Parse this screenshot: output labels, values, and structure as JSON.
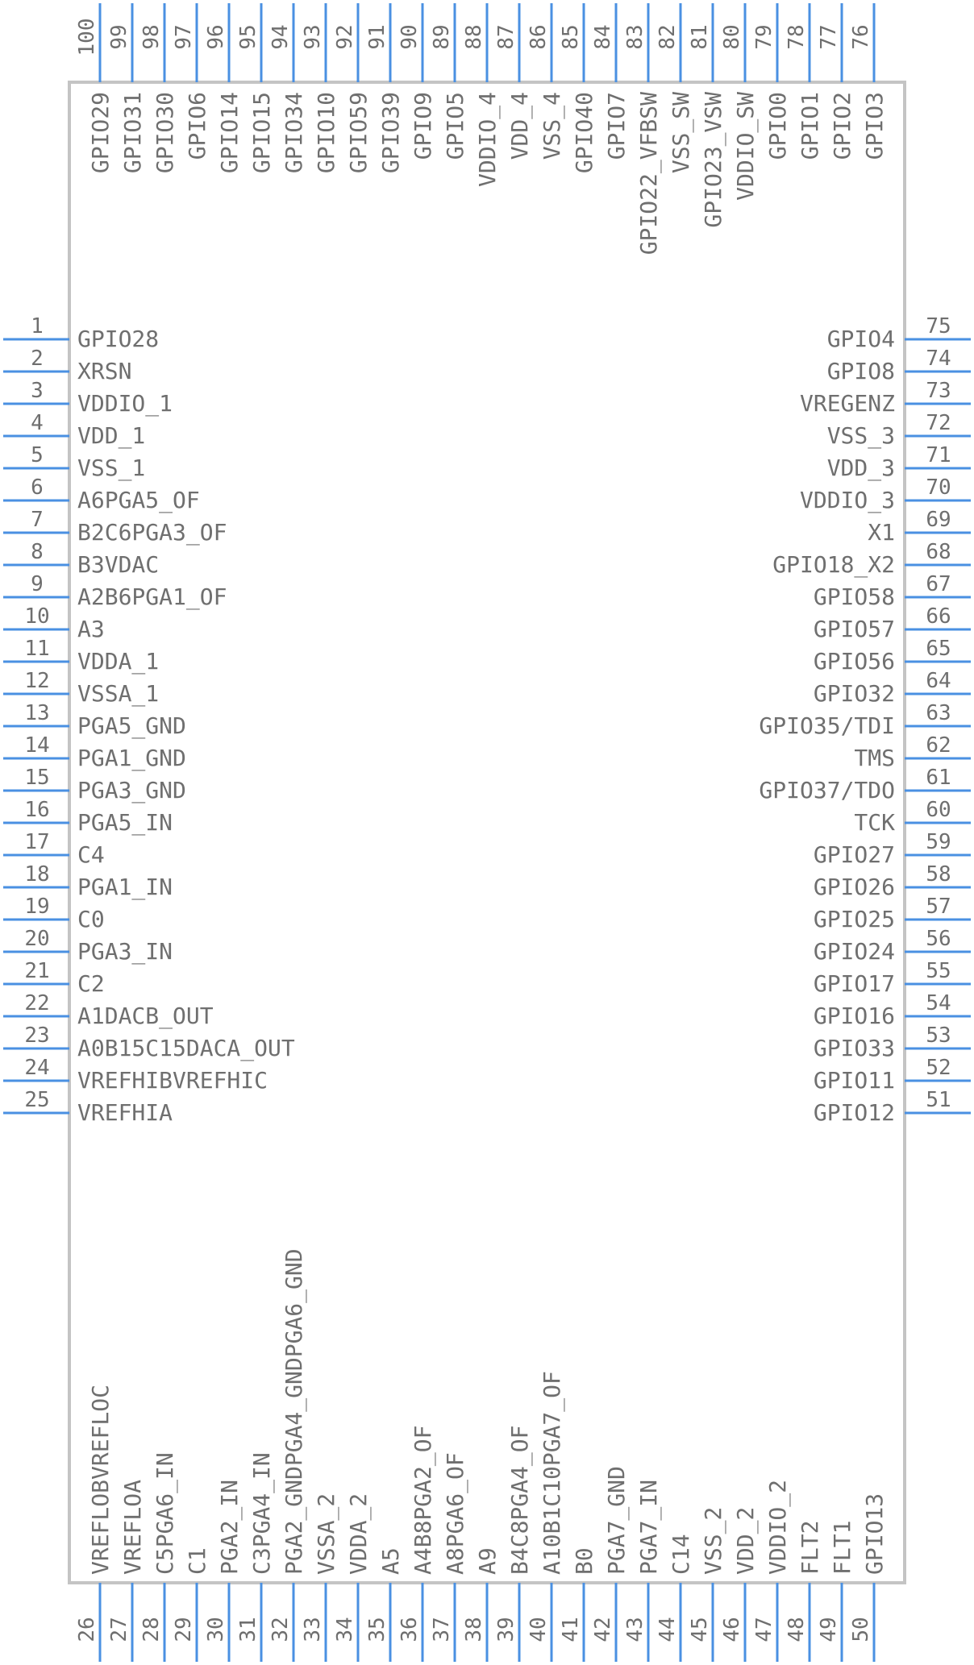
{
  "component": {
    "pin_count": 100,
    "colors": {
      "pin": "#4a90e2",
      "outline": "#c4c4c4",
      "text": "#6f6f6f"
    },
    "left_pins": [
      {
        "num": "1",
        "label": "GPIO28"
      },
      {
        "num": "2",
        "label": "XRSN"
      },
      {
        "num": "3",
        "label": "VDDIO_1"
      },
      {
        "num": "4",
        "label": "VDD_1"
      },
      {
        "num": "5",
        "label": "VSS_1"
      },
      {
        "num": "6",
        "label": "A6PGA5_OF"
      },
      {
        "num": "7",
        "label": "B2C6PGA3_OF"
      },
      {
        "num": "8",
        "label": "B3VDAC"
      },
      {
        "num": "9",
        "label": "A2B6PGA1_OF"
      },
      {
        "num": "10",
        "label": "A3"
      },
      {
        "num": "11",
        "label": "VDDA_1"
      },
      {
        "num": "12",
        "label": "VSSA_1"
      },
      {
        "num": "13",
        "label": "PGA5_GND"
      },
      {
        "num": "14",
        "label": "PGA1_GND"
      },
      {
        "num": "15",
        "label": "PGA3_GND"
      },
      {
        "num": "16",
        "label": "PGA5_IN"
      },
      {
        "num": "17",
        "label": "C4"
      },
      {
        "num": "18",
        "label": "PGA1_IN"
      },
      {
        "num": "19",
        "label": "C0"
      },
      {
        "num": "20",
        "label": "PGA3_IN"
      },
      {
        "num": "21",
        "label": "C2"
      },
      {
        "num": "22",
        "label": "A1DACB_OUT"
      },
      {
        "num": "23",
        "label": "A0B15C15DACA_OUT"
      },
      {
        "num": "24",
        "label": "VREFHIBVREFHIC"
      },
      {
        "num": "25",
        "label": "VREFHIA"
      }
    ],
    "bottom_pins": [
      {
        "num": "26",
        "label": "VREFLOBVREFLOC"
      },
      {
        "num": "27",
        "label": "VREFLOA"
      },
      {
        "num": "28",
        "label": "C5PGA6_IN"
      },
      {
        "num": "29",
        "label": "C1"
      },
      {
        "num": "30",
        "label": "PGA2_IN"
      },
      {
        "num": "31",
        "label": "C3PGA4_IN"
      },
      {
        "num": "32",
        "label": "PGA2_GNDPGA4_GNDPGA6_GND"
      },
      {
        "num": "33",
        "label": "VSSA_2"
      },
      {
        "num": "34",
        "label": "VDDA_2"
      },
      {
        "num": "35",
        "label": "A5"
      },
      {
        "num": "36",
        "label": "A4B8PGA2_OF"
      },
      {
        "num": "37",
        "label": "A8PGA6_OF"
      },
      {
        "num": "38",
        "label": "A9"
      },
      {
        "num": "39",
        "label": "B4C8PGA4_OF"
      },
      {
        "num": "40",
        "label": "A10B1C10PGA7_OF"
      },
      {
        "num": "41",
        "label": "B0"
      },
      {
        "num": "42",
        "label": "PGA7_GND"
      },
      {
        "num": "43",
        "label": "PGA7_IN"
      },
      {
        "num": "44",
        "label": "C14"
      },
      {
        "num": "45",
        "label": "VSS_2"
      },
      {
        "num": "46",
        "label": "VDD_2"
      },
      {
        "num": "47",
        "label": "VDDIO_2"
      },
      {
        "num": "48",
        "label": "FLT2"
      },
      {
        "num": "49",
        "label": "FLT1"
      },
      {
        "num": "50",
        "label": "GPIO13"
      }
    ],
    "right_pins": [
      {
        "num": "51",
        "label": "GPIO12"
      },
      {
        "num": "52",
        "label": "GPIO11"
      },
      {
        "num": "53",
        "label": "GPIO33"
      },
      {
        "num": "54",
        "label": "GPIO16"
      },
      {
        "num": "55",
        "label": "GPIO17"
      },
      {
        "num": "56",
        "label": "GPIO24"
      },
      {
        "num": "57",
        "label": "GPIO25"
      },
      {
        "num": "58",
        "label": "GPIO26"
      },
      {
        "num": "59",
        "label": "GPIO27"
      },
      {
        "num": "60",
        "label": "TCK"
      },
      {
        "num": "61",
        "label": "GPIO37/TDO"
      },
      {
        "num": "62",
        "label": "TMS"
      },
      {
        "num": "63",
        "label": "GPIO35/TDI"
      },
      {
        "num": "64",
        "label": "GPIO32"
      },
      {
        "num": "65",
        "label": "GPIO56"
      },
      {
        "num": "66",
        "label": "GPIO57"
      },
      {
        "num": "67",
        "label": "GPIO58"
      },
      {
        "num": "68",
        "label": "GPIO18_X2"
      },
      {
        "num": "69",
        "label": "X1"
      },
      {
        "num": "70",
        "label": "VDDIO_3"
      },
      {
        "num": "71",
        "label": "VDD_3"
      },
      {
        "num": "72",
        "label": "VSS_3"
      },
      {
        "num": "73",
        "label": "VREGENZ"
      },
      {
        "num": "74",
        "label": "GPIO8"
      },
      {
        "num": "75",
        "label": "GPIO4"
      }
    ],
    "top_pins": [
      {
        "num": "76",
        "label": "GPIO3"
      },
      {
        "num": "77",
        "label": "GPIO2"
      },
      {
        "num": "78",
        "label": "GPIO1"
      },
      {
        "num": "79",
        "label": "GPIO0"
      },
      {
        "num": "80",
        "label": "VDDIO_SW"
      },
      {
        "num": "81",
        "label": "GPIO23_VSW"
      },
      {
        "num": "82",
        "label": "VSS_SW"
      },
      {
        "num": "83",
        "label": "GPIO22_VFBSW"
      },
      {
        "num": "84",
        "label": "GPIO7"
      },
      {
        "num": "85",
        "label": "GPIO40"
      },
      {
        "num": "86",
        "label": "VSS_4"
      },
      {
        "num": "87",
        "label": "VDD_4"
      },
      {
        "num": "88",
        "label": "VDDIO_4"
      },
      {
        "num": "89",
        "label": "GPIO5"
      },
      {
        "num": "90",
        "label": "GPIO9"
      },
      {
        "num": "91",
        "label": "GPIO39"
      },
      {
        "num": "92",
        "label": "GPIO59"
      },
      {
        "num": "93",
        "label": "GPIO10"
      },
      {
        "num": "94",
        "label": "GPIO34"
      },
      {
        "num": "95",
        "label": "GPIO15"
      },
      {
        "num": "96",
        "label": "GPIO14"
      },
      {
        "num": "97",
        "label": "GPIO6"
      },
      {
        "num": "98",
        "label": "GPIO30"
      },
      {
        "num": "99",
        "label": "GPIO31"
      },
      {
        "num": "100",
        "label": "GPIO29"
      }
    ]
  }
}
